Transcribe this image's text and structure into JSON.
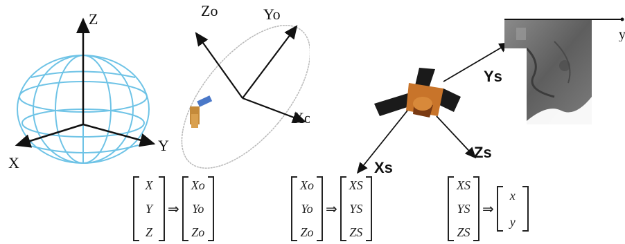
{
  "earth_frame": {
    "axis_z": "Z",
    "axis_x": "X",
    "axis_y": "Y"
  },
  "orbit_frame": {
    "axis_zo": "Zo",
    "axis_yo": "Yo",
    "axis_xo": "Xo"
  },
  "satellite_frame": {
    "axis_ys": "Ys",
    "axis_xs": "Xs",
    "axis_zs": "Zs"
  },
  "image_frame": {
    "axis_y": "y"
  },
  "equations": {
    "m1_left": [
      "X",
      "Y",
      "Z"
    ],
    "m1_right": [
      "Xo",
      "Yo",
      "Zo"
    ],
    "m2_left": [
      "Xo",
      "Yo",
      "Zo"
    ],
    "m2_right": [
      "XS",
      "YS",
      "ZS"
    ],
    "m3_left": [
      "XS",
      "YS",
      "ZS"
    ],
    "m3_right": [
      "x",
      "y"
    ],
    "implies": "⇒"
  },
  "colors": {
    "globe": "#6ec3e6",
    "axis": "#111111",
    "orbit": "#b8b8b8",
    "panel": "#1a1a1a",
    "body": "#c8742a"
  }
}
